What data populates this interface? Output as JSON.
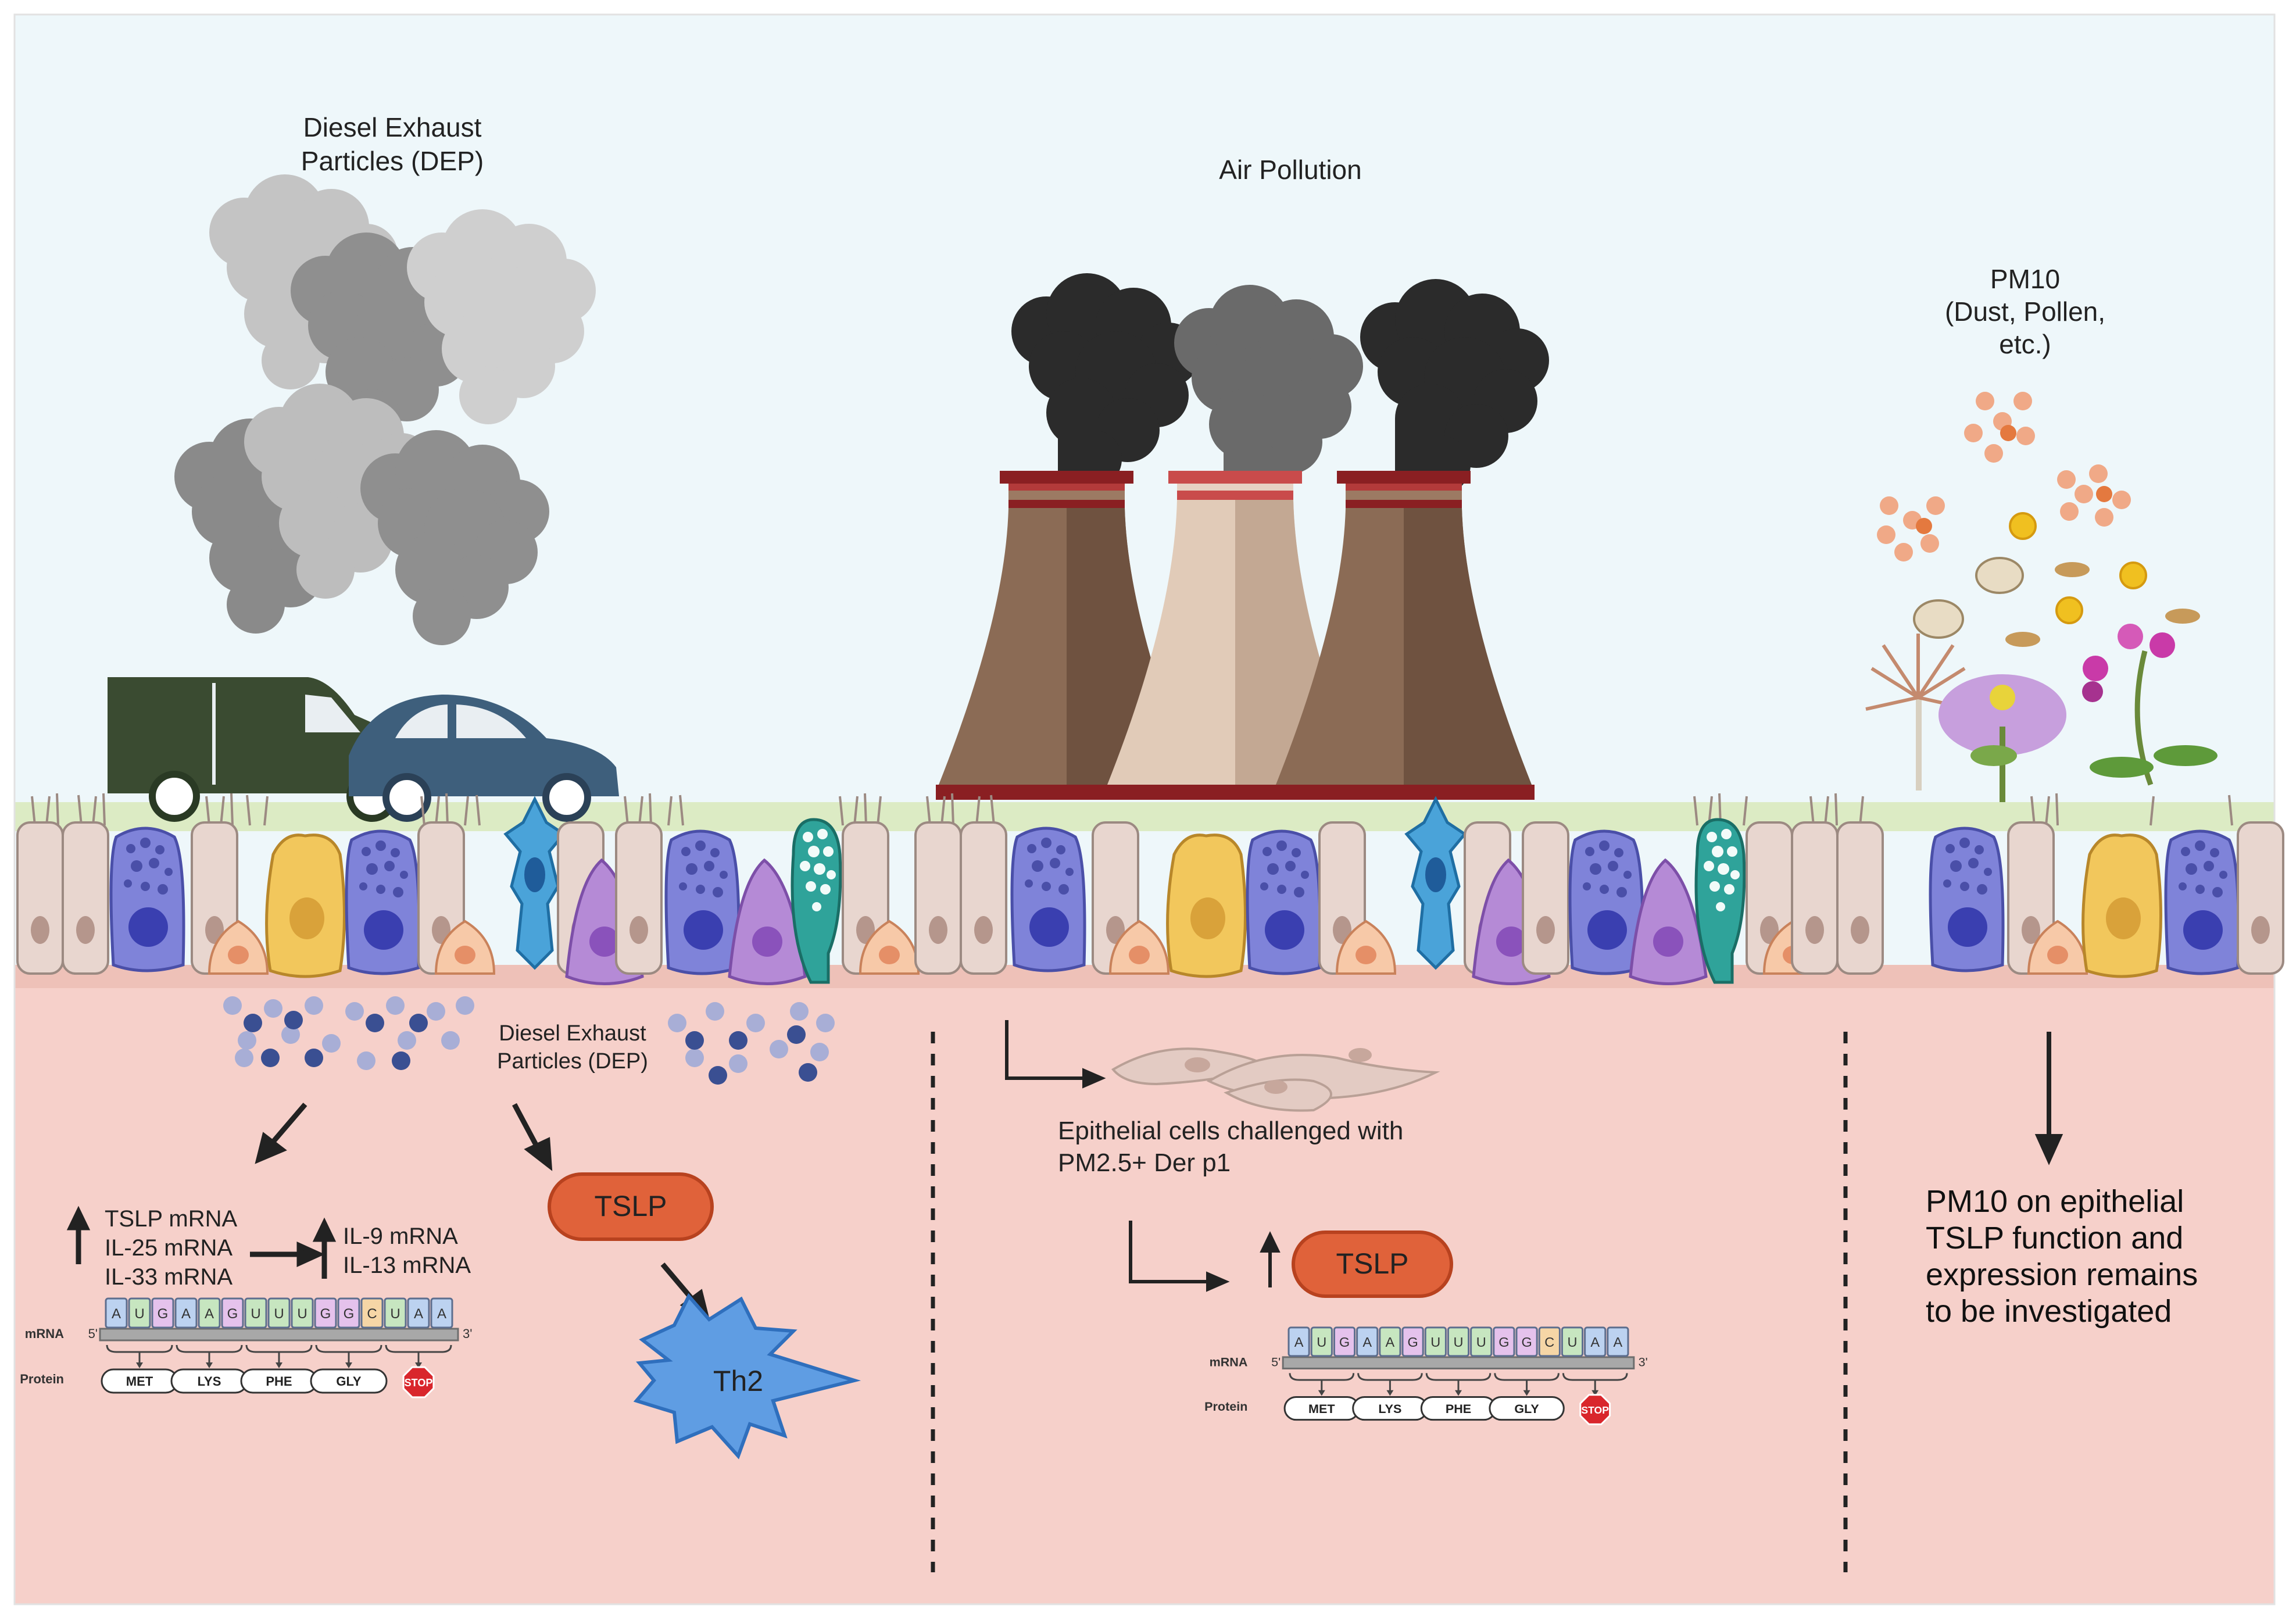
{
  "labels": {
    "dep_top_line1": "Diesel Exhaust",
    "dep_top_line2": "Particles (DEP)",
    "air_pollution": "Air Pollution",
    "pm10_line1": "PM10",
    "pm10_line2": "(Dust, Pollen,",
    "pm10_line3": "etc.)",
    "dep_mid_line1": "Diesel Exhaust",
    "dep_mid_line2": "Particles (DEP)",
    "tslp_mrna": "TSLP mRNA",
    "il25_mrna": "IL-25 mRNA",
    "il33_mrna": "IL-33 mRNA",
    "il9_mrna": "IL-9 mRNA",
    "il13_mrna": "IL-13 mRNA",
    "tslp": "TSLP",
    "th2": "Th2",
    "epi_line1": "Epithelial cells challenged with",
    "epi_line2": "PM2.5+ Der p1",
    "pm10_res_line1": "PM10 on epithelial",
    "pm10_res_line2": "TSLP function and",
    "pm10_res_line3": "expression remains",
    "pm10_res_line4": "to be investigated"
  },
  "translation": {
    "mrna_label": "mRNA",
    "protein_label": "Protein",
    "five_prime": "5'",
    "three_prime": "3'",
    "bases": [
      "A",
      "U",
      "G",
      "A",
      "A",
      "G",
      "U",
      "U",
      "U",
      "G",
      "G",
      "C",
      "U",
      "A",
      "A"
    ],
    "amino_acids": [
      "MET",
      "LYS",
      "PHE",
      "GLY"
    ],
    "stop": "STOP"
  },
  "colors": {
    "sky": "#eef7fa",
    "tissue": "#f6d0ca",
    "mucus": "#dcebc4",
    "tslp_fill": "#e0623a",
    "th2_fill": "#5f9de3",
    "stop_red": "#d9262c"
  }
}
